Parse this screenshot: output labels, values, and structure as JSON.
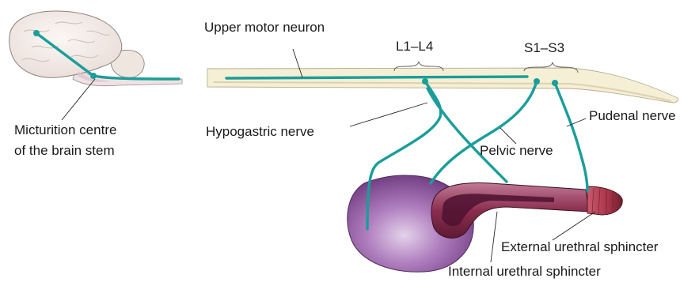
{
  "labels": {
    "upper_motor_neuron": "Upper motor neuron",
    "lumbar_segment": "L1–L4",
    "sacral_segment": "S1–S3",
    "micturition_line1": "Micturition centre",
    "micturition_line2": "of the brain stem",
    "hypogastric_nerve": "Hypogastric nerve",
    "pudendal_nerve": "Pudenal nerve",
    "pelvic_nerve": "Pelvic nerve",
    "external_sphincter": "External urethral sphincter",
    "internal_sphincter": "Internal urethral sphincter"
  },
  "colors": {
    "nerve": "#1a9e9a",
    "brain": "#f3ece8",
    "spinal_cord": "#f4eed9",
    "bladder": "#9a5aa6",
    "urethra": "#8a2d4e",
    "external_sphincter": "#a8344a"
  }
}
